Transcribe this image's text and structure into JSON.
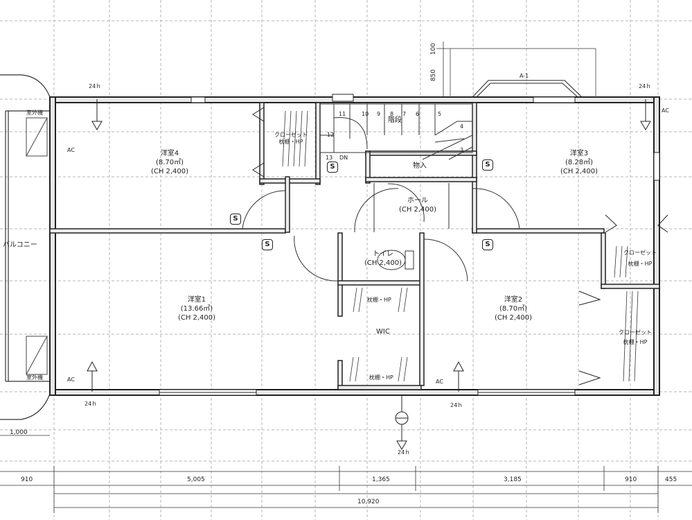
{
  "rooms": {
    "youshitsu4": {
      "name": "洋室4",
      "area": "(8.70㎡)",
      "ch": "(CH 2,400)"
    },
    "youshitsu3": {
      "name": "洋室3",
      "area": "(8.28㎡)",
      "ch": "(CH 2,400)"
    },
    "youshitsu1": {
      "name": "洋室1",
      "area": "(13.66㎡)",
      "ch": "(CH 2,400)"
    },
    "youshitsu2": {
      "name": "洋室2",
      "area": "(8.70㎡)",
      "ch": "(CH 2,400)"
    },
    "hall": {
      "name": "ホール",
      "ch": "(CH 2,400)"
    },
    "toilet": {
      "name": "トイレ",
      "ch": "(CH 2,400)"
    },
    "wic": {
      "name": "WIC"
    },
    "stairs": {
      "name": "階段"
    },
    "storage": {
      "name": "物入"
    },
    "balcony": {
      "name": "バルコニー"
    }
  },
  "closets": {
    "c4": {
      "name": "クローゼット",
      "shelf": "枕棚・HP"
    },
    "c3": {
      "name": "クローゼット",
      "shelf": "枕棚・HP"
    },
    "c2": {
      "name": "クローゼット",
      "shelf": "枕棚・HP"
    },
    "wic_shelf_top": "枕棚・HP",
    "wic_shelf_bottom": "枕棚・HP"
  },
  "stair_numbers": [
    "11",
    "10",
    "9",
    "8",
    "7",
    "6",
    "5",
    "4",
    "3",
    "12",
    "13"
  ],
  "stair_dn": "DN",
  "equipment": {
    "outdoor_unit": "室外機",
    "ac": "AC",
    "vent": "24ｈ",
    "sleeve": "S"
  },
  "section_mark": "A-1",
  "dimensions": {
    "top_100": "100",
    "top_850": "850",
    "left_1000": "1,000",
    "bottom": [
      "910",
      "5,005",
      "1,365",
      "3,185",
      "910",
      "455"
    ],
    "total": "10,920"
  }
}
